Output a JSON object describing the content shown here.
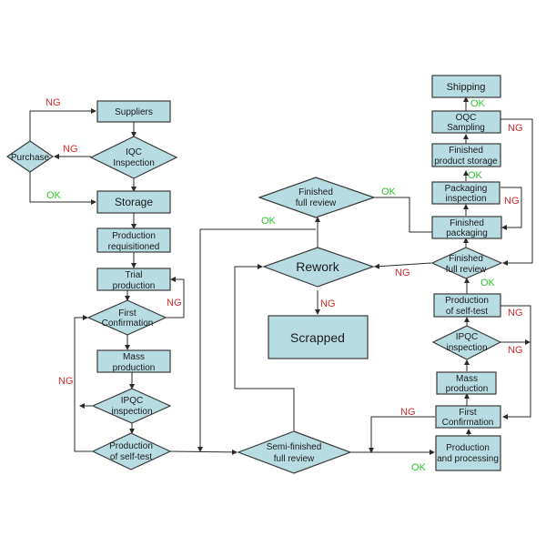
{
  "diagram": {
    "colors": {
      "node_fill": "#b7dde2",
      "ng": "#d62a2a",
      "ok": "#2ec52e",
      "line": "#2a2a2a"
    },
    "nodes": {
      "suppliers": [
        "Suppliers"
      ],
      "iqc": [
        "IQC",
        "Inspection"
      ],
      "purchase": [
        "Purchase"
      ],
      "storage": [
        "Storage"
      ],
      "prod_req": [
        "Production",
        "requisitioned"
      ],
      "trial": [
        "Trial",
        "production"
      ],
      "first_conf_l": [
        "First",
        "Confirmation"
      ],
      "mass_l": [
        "Mass",
        "production"
      ],
      "ipqc_l": [
        "IPQC",
        "inspection"
      ],
      "selftest_l": [
        "Production",
        "of self-test"
      ],
      "semi": [
        "Semi-finished",
        "full review"
      ],
      "rework": [
        "Rework"
      ],
      "scrapped": [
        "Scrapped"
      ],
      "finished_review_top": [
        "Finished",
        "full review"
      ],
      "prod_processing": [
        "Production",
        "and processing"
      ],
      "first_conf_r": [
        "First",
        "Confirmation"
      ],
      "mass_r": [
        "Mass",
        "production"
      ],
      "ipqc_r": [
        "IPQC",
        "inspection"
      ],
      "selftest_r": [
        "Production",
        "of self-test"
      ],
      "finished_review_r": [
        "Finished",
        "full review"
      ],
      "finished_pack": [
        "Finished",
        "packaging"
      ],
      "pack_insp": [
        "Packaging",
        "inspection"
      ],
      "fp_storage": [
        "Finished",
        "product storage"
      ],
      "oqc": [
        "OQC",
        "Sampling"
      ],
      "shipping": [
        "Shipping"
      ]
    },
    "labels": {
      "ng": "NG",
      "ok": "OK"
    }
  }
}
